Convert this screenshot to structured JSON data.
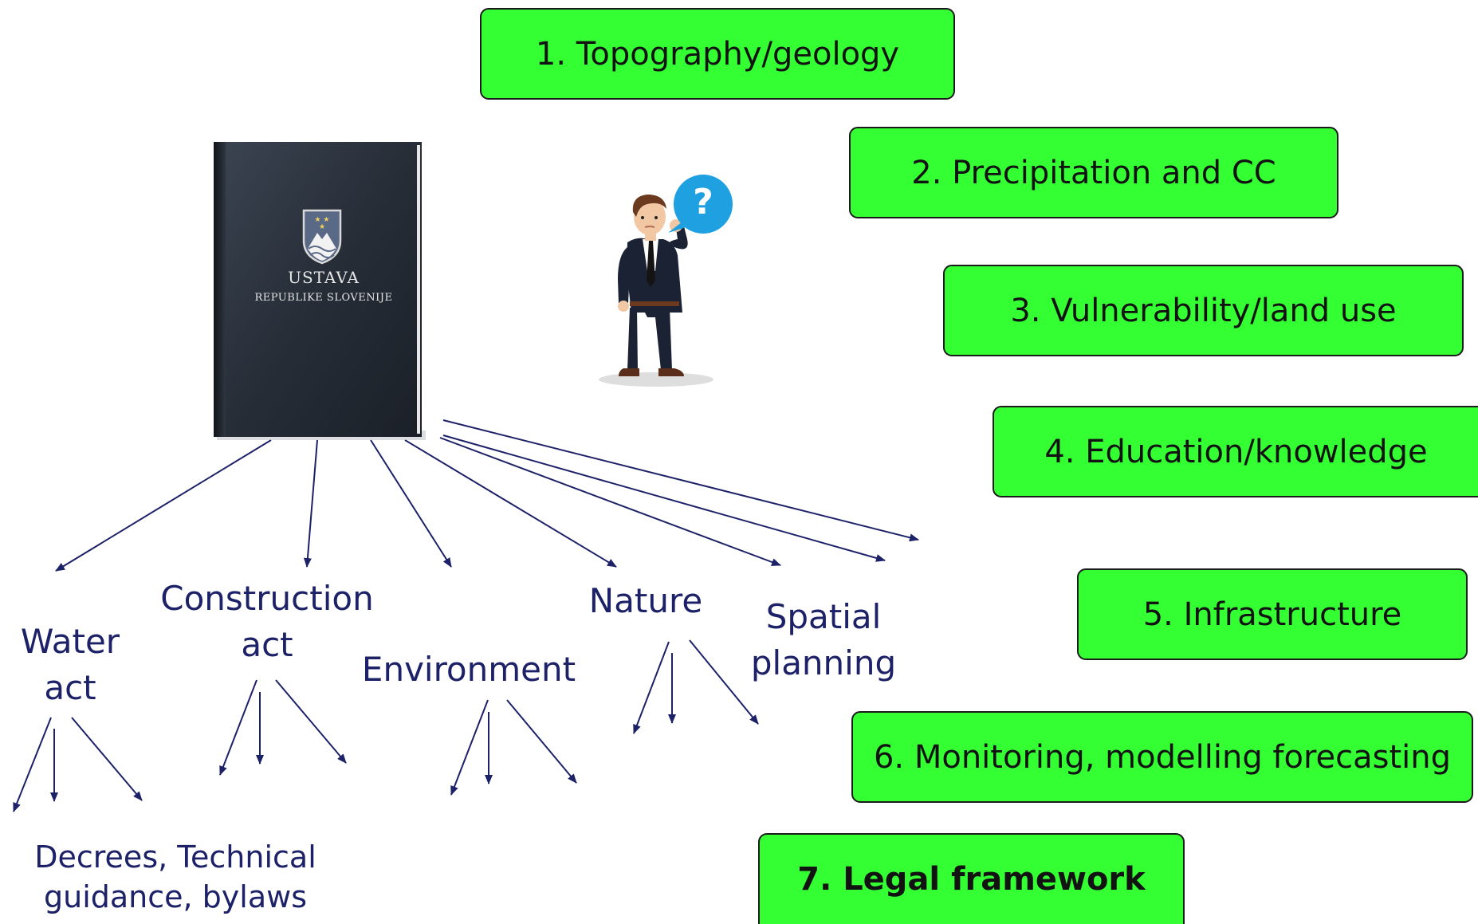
{
  "colors": {
    "box_fill": "#33ff33",
    "box_border": "#1a1a1a",
    "label_text": "#1c2168",
    "arrow": "#1c2168"
  },
  "factors": [
    {
      "label": "1. Topography/geology"
    },
    {
      "label": "2. Precipitation and CC"
    },
    {
      "label": "3. Vulnerability/land use"
    },
    {
      "label": "4. Education/knowledge"
    },
    {
      "label": "5. Infrastructure"
    },
    {
      "label": "6. Monitoring, modelling forecasting"
    },
    {
      "label": "7. Legal framework",
      "bold": true
    }
  ],
  "book": {
    "title": "USTAVA",
    "subtitle": "REPUBLIKE SLOVENIJE",
    "emblem_icon": "slovenia-coat-of-arms-icon"
  },
  "thinker": {
    "bubble_text": "?",
    "icon": "thinking-businessman-icon"
  },
  "acts": [
    {
      "line1": "Water",
      "line2": "act"
    },
    {
      "line1": "Construction",
      "line2": "act"
    },
    {
      "line1": "Environment"
    },
    {
      "line1": "Nature"
    },
    {
      "line1": "Spatial",
      "line2": "planning"
    }
  ],
  "sub_regulations": {
    "line1": "Decrees, Technical",
    "line2": "guidance, bylaws"
  }
}
